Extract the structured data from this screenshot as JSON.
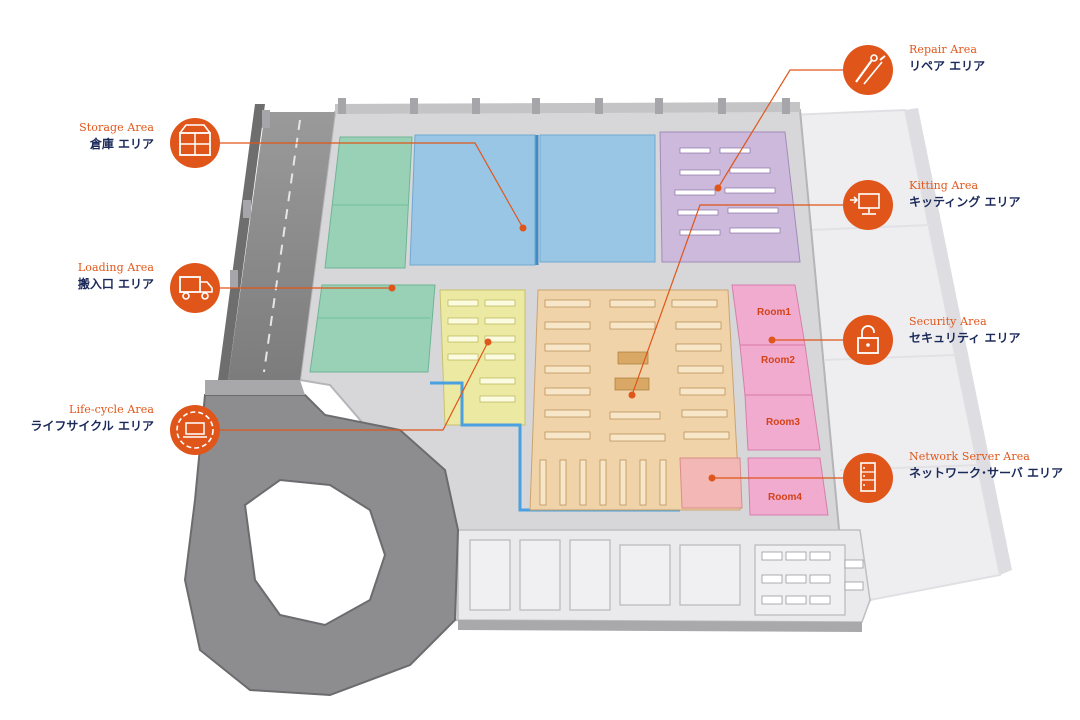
{
  "areas": {
    "storage": {
      "en": "Storage Area",
      "jp": "倉庫 エリア"
    },
    "loading": {
      "en": "Loading Area",
      "jp": "搬入口 エリア"
    },
    "lifecycle": {
      "en": "Life-cycle Area",
      "jp": "ライフサイクル エリア"
    },
    "repair": {
      "en": "Repair Area",
      "jp": "リペア エリア"
    },
    "kitting": {
      "en": "Kitting Area",
      "jp": "キッティング エリア"
    },
    "security": {
      "en": "Security Area",
      "jp": "セキュリティ エリア"
    },
    "network": {
      "en": "Network Server Area",
      "jp": "ネットワーク･サーバ エリア"
    }
  },
  "rooms": [
    "Room1",
    "Room2",
    "Room3",
    "Room4"
  ],
  "icons": {
    "storage": "boxes-icon",
    "loading": "truck-icon",
    "lifecycle": "laptop-cycle-icon",
    "repair": "tools-icon",
    "kitting": "monitor-arrow-icon",
    "security": "padlock-icon",
    "network": "server-icon"
  },
  "colors": {
    "accent": "#e0561a",
    "label_jp": "#1c2a5a",
    "storage_zone": "#8fc4e8",
    "loading_zone": "#8fd1b0",
    "lifecycle_zone": "#eeeaa0",
    "kitting_zone": "#cbb6dc",
    "warehouse_zone": "#f2d3a6",
    "security_zone": "#f2a9cf"
  }
}
